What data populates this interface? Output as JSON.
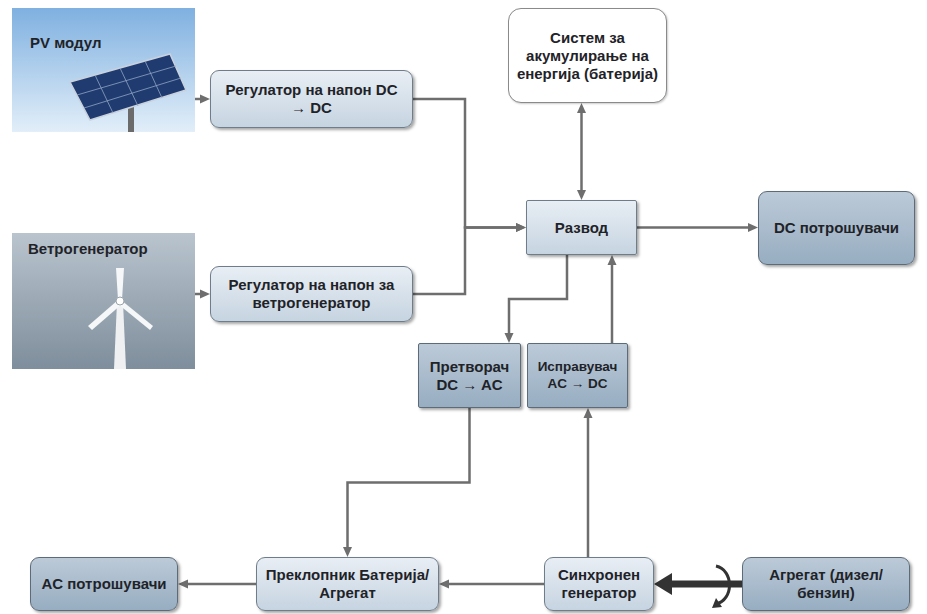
{
  "diagram": {
    "nodes": [
      {
        "text": [
          "PV модул"
        ]
      },
      {
        "text": [
          "Регулатор на напон DC → DC"
        ]
      },
      {
        "text": [
          "Систем за акумулирање на енергија (батерија)"
        ]
      },
      {
        "text": [
          "Развод"
        ]
      },
      {
        "text": [
          "DC потрошувачи"
        ]
      },
      {
        "text": [
          "Ветрогенератор"
        ]
      },
      {
        "text": [
          "Регулатор на напон за ветрогенератор"
        ]
      },
      {
        "text": [
          "Претворач DC → AC"
        ]
      },
      {
        "text": [
          "Исправувач AC → DC"
        ]
      },
      {
        "text": [
          "AC потрошувачи"
        ]
      },
      {
        "text": [
          "Преклопник Батерија/Агрегат"
        ]
      },
      {
        "text": [
          "Синхронен генератор"
        ]
      },
      {
        "text": [
          "Агрегат (дизел/бензин)"
        ]
      }
    ],
    "edges": [
      {
        "from": 0,
        "to": 1,
        "arrow": "to"
      },
      {
        "from": 5,
        "to": 6,
        "arrow": "to"
      },
      {
        "from": 1,
        "to": 3,
        "arrow": "to"
      },
      {
        "from": 6,
        "to": 3,
        "arrow": "to"
      },
      {
        "from": 3,
        "to": 2,
        "arrow": "both"
      },
      {
        "from": 3,
        "to": 4,
        "arrow": "to"
      },
      {
        "from": 3,
        "to": 7,
        "arrow": "to"
      },
      {
        "from": 8,
        "to": 3,
        "arrow": "to"
      },
      {
        "from": 7,
        "to": 10,
        "arrow": "to"
      },
      {
        "from": 11,
        "to": 8,
        "arrow": "to"
      },
      {
        "from": 11,
        "to": 10,
        "arrow": "to"
      },
      {
        "from": 10,
        "to": 9,
        "arrow": "to"
      },
      {
        "from": 12,
        "to": 11,
        "arrow": "to"
      }
    ]
  }
}
